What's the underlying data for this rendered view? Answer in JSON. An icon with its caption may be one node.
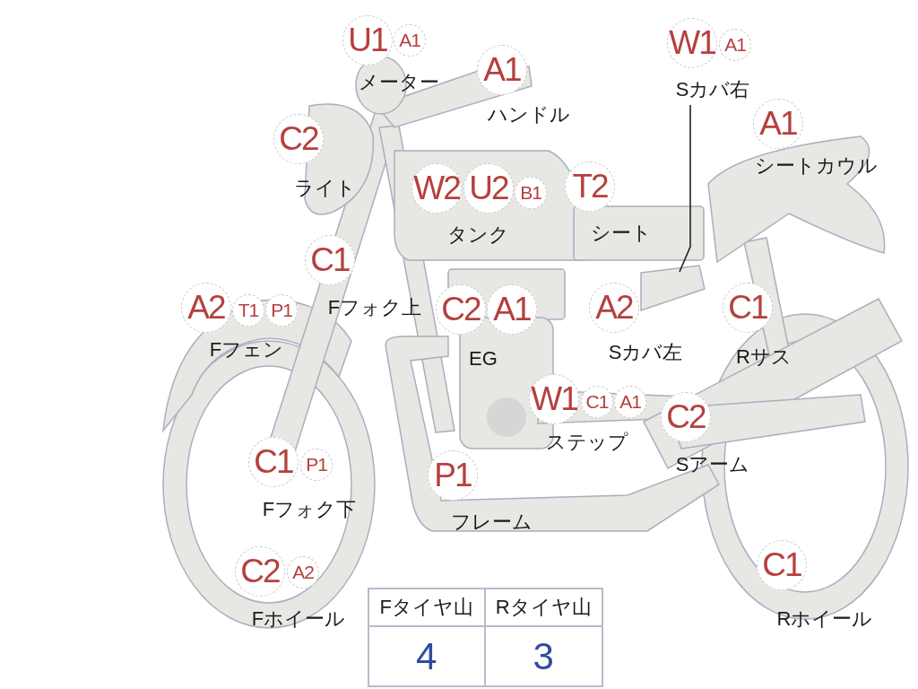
{
  "diagram": {
    "nodes": [
      {
        "text": [
          "U1"
        ]
      },
      {
        "text": [
          "A1"
        ]
      },
      {
        "text": [
          "A1"
        ]
      },
      {
        "text": [
          "W1"
        ]
      },
      {
        "text": [
          "A1"
        ]
      },
      {
        "text": [
          "Sカバ右"
        ]
      },
      {
        "text": [
          "A1"
        ]
      },
      {
        "text": [
          "C2"
        ]
      },
      {
        "text": [
          "W2"
        ]
      },
      {
        "text": [
          "U2"
        ]
      },
      {
        "text": [
          "B1"
        ]
      },
      {
        "text": [
          "T2"
        ]
      },
      {
        "text": [
          "C1"
        ]
      },
      {
        "text": [
          "A2"
        ]
      },
      {
        "text": [
          "T1"
        ]
      },
      {
        "text": [
          "P1"
        ]
      },
      {
        "text": [
          "C2"
        ]
      },
      {
        "text": [
          "A1"
        ]
      },
      {
        "text": [
          "A2"
        ]
      },
      {
        "text": [
          "C1"
        ]
      },
      {
        "text": [
          "W1"
        ]
      },
      {
        "text": [
          "C1"
        ]
      },
      {
        "text": [
          "A1"
        ]
      },
      {
        "text": [
          "C2"
        ]
      },
      {
        "text": [
          "C1"
        ]
      },
      {
        "text": [
          "P1"
        ]
      },
      {
        "text": [
          "P1"
        ]
      },
      {
        "text": [
          "C2"
        ]
      },
      {
        "text": [
          "A2"
        ]
      },
      {
        "text": [
          "C1"
        ]
      },
      {
        "text": [],
        "shape": "box"
      }
    ],
    "edges": [
      {
        "from": 5,
        "to": 30,
        "arrow": "none"
      }
    ],
    "labels": [
      "メーター",
      "ハンドル",
      "シートカウル",
      "ライト",
      "タンク",
      "シート",
      "Fフォク上",
      "Fフェン",
      "EG",
      "Sカバ左",
      "Rサス",
      "ステップ",
      "Sアーム",
      "Fフォク下",
      "フレーム",
      "Fホイール",
      "Rホイール",
      "Fタイヤ山",
      "Rタイヤ山",
      "4",
      "3"
    ]
  }
}
